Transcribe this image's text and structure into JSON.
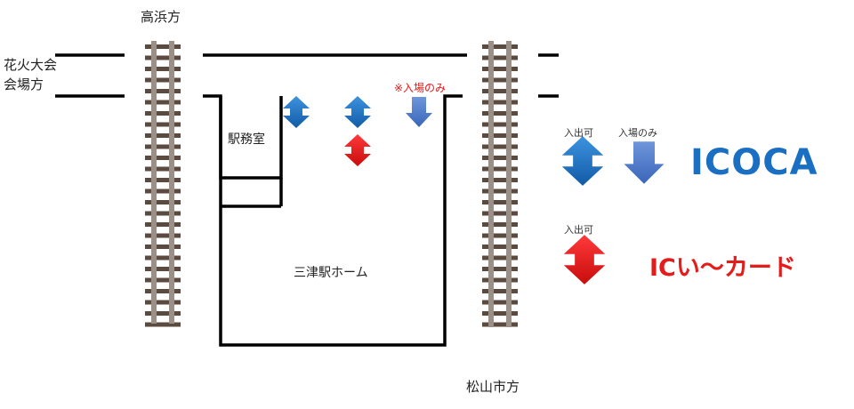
{
  "labels": {
    "takahama": "高浜方",
    "fireworks": "花火大会\n会場方",
    "matsuyama": "松山市方",
    "station_office": "駅務室",
    "platform": "三津駅ホーム",
    "entry_only_note": "※入場のみ"
  },
  "legend": {
    "icoca_in_out": "入出可",
    "icoca_entry_only": "入場のみ",
    "icoca_name": "ICOCA",
    "icii_in_out": "入出可",
    "icii_name": "ICい〜カード"
  },
  "colors": {
    "icoca_blue": "#1b6fc2",
    "entry_blue": "#4a78cc",
    "icii_red": "#e31c1c",
    "line_black": "#000000",
    "rail": "#9a9088",
    "sleeper": "#5b4a40"
  },
  "icons": [
    "arrow-updown-icon",
    "arrow-down-icon"
  ]
}
